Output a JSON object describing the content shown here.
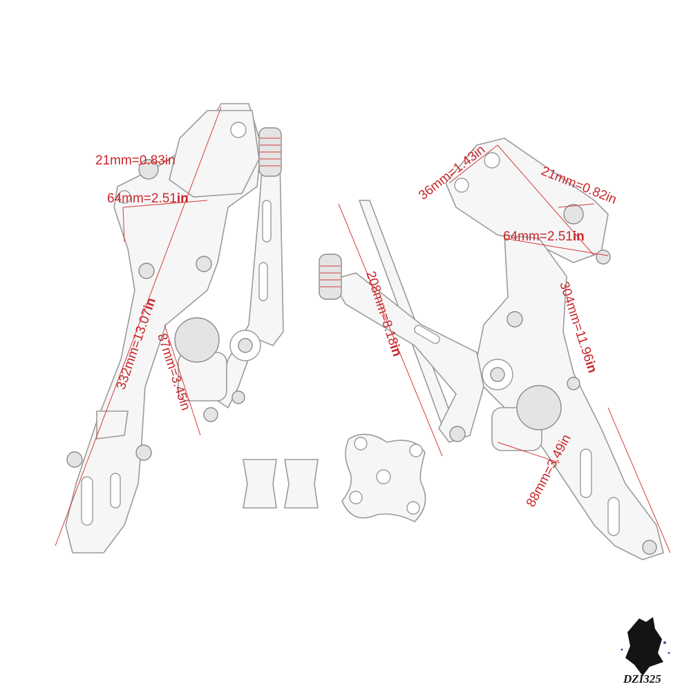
{
  "dimensions": {
    "left_21": {
      "value": "21mm=0.83in"
    },
    "left_64": {
      "value": "64mm=2.51",
      "unit": "in"
    },
    "left_332": {
      "value": "332mm=13.07",
      "unit": "in"
    },
    "left_87": {
      "value": "87mm=3.45in"
    },
    "right_36": {
      "value": "36mm=1.43in"
    },
    "right_21": {
      "value": "21mm=0.82in"
    },
    "right_64": {
      "value": "64mm=2.51",
      "unit": "in"
    },
    "right_304": {
      "value": "304mm=11.96",
      "unit": "in"
    },
    "right_208": {
      "value": "208mm=8.18",
      "unit": "in"
    },
    "right_88": {
      "value": "88mm=3.49in"
    }
  },
  "watermark": {
    "text": "DZI325"
  },
  "colors": {
    "dimension": "#c8262b",
    "outline": "#9a9a9a"
  }
}
